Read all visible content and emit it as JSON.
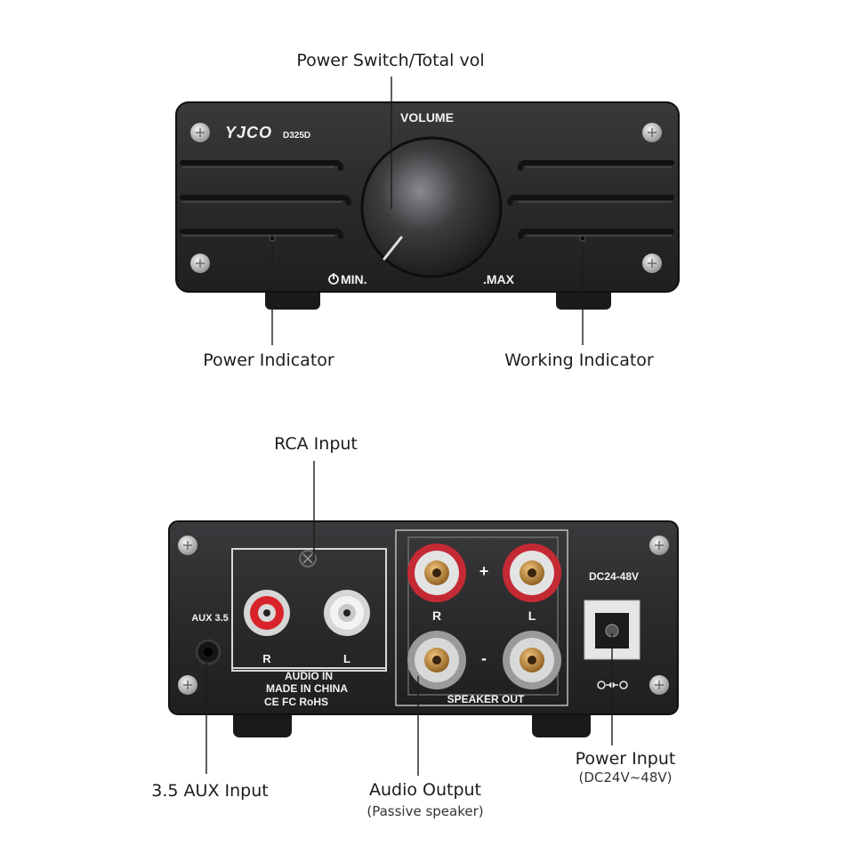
{
  "front": {
    "brand": "YJCO",
    "model": "D325D",
    "volume_label": "VOLUME",
    "min_label": "MIN.",
    "max_label": ".MAX"
  },
  "back": {
    "aux_label": "AUX 3.5",
    "audio_in": "AUDIO IN",
    "in_r": "R",
    "in_l": "L",
    "made_in": "MADE IN CHINA",
    "cert": "CE FC RoHS",
    "plus": "+",
    "minus": "-",
    "out_r": "R",
    "out_l": "L",
    "speaker_out": "SPEAKER OUT",
    "dc_label": "DC24-48V"
  },
  "callouts": {
    "power_switch": "Power Switch/Total vol",
    "power_indicator": "Power Indicator",
    "working_indicator": "Working Indicator",
    "rca_input": "RCA Input",
    "aux_input": "3.5 AUX Input",
    "audio_output": "Audio Output",
    "audio_output_sub": "(Passive speaker)",
    "power_input": "Power Input",
    "power_input_sub": "(DC24V~48V)"
  },
  "colors": {
    "chassis": "#2b2b2d",
    "rca_red": "#d8232a",
    "binding_red": "#c42a33",
    "binding_gray": "#9a9a9a",
    "gold": "#c0883a"
  }
}
